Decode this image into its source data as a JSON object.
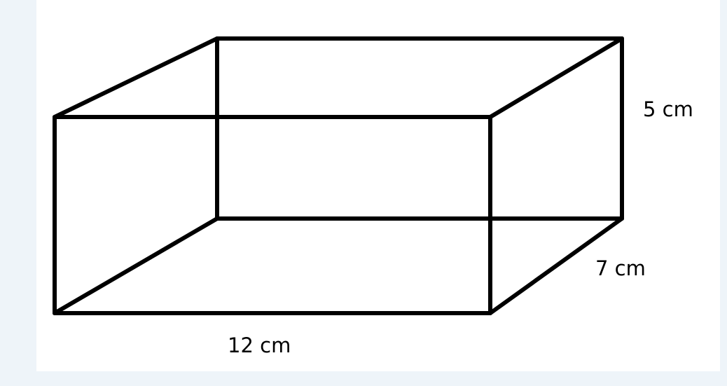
{
  "diagram": {
    "type": "rectangular-prism",
    "dimensions": {
      "length_label": "12 cm",
      "height_label": "5 cm",
      "depth_label": "7 cm"
    },
    "colors": {
      "background": "#eef4f9",
      "canvas": "#ffffff",
      "edges": "#000000"
    }
  }
}
